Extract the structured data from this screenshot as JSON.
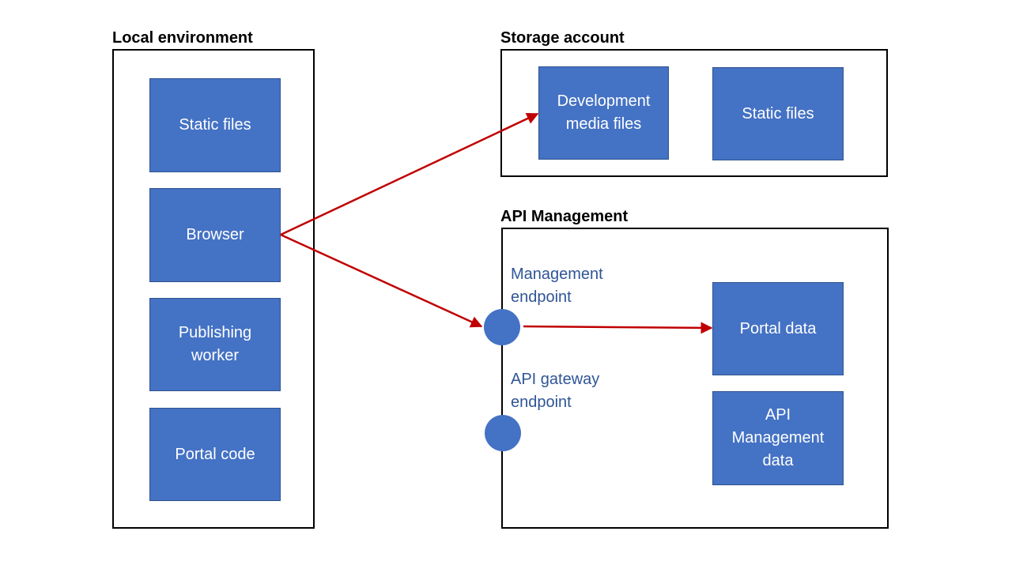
{
  "groups": {
    "local": {
      "title": "Local environment",
      "boxes": [
        "Static files",
        "Browser",
        "Publishing\nworker",
        "Portal code"
      ]
    },
    "storage": {
      "title": "Storage account",
      "boxes": [
        "Development\nmedia files",
        "Static files"
      ]
    },
    "apim": {
      "title": "API Management",
      "endpoints": [
        "Management\nendpoint",
        "API gateway\nendpoint"
      ],
      "boxes": [
        "Portal data",
        "API\nManagement\ndata"
      ]
    }
  },
  "colors": {
    "box_fill": "#4472c4",
    "endpoint_label": "#2f5597",
    "arrow": "#c00000",
    "frame": "#000000"
  }
}
